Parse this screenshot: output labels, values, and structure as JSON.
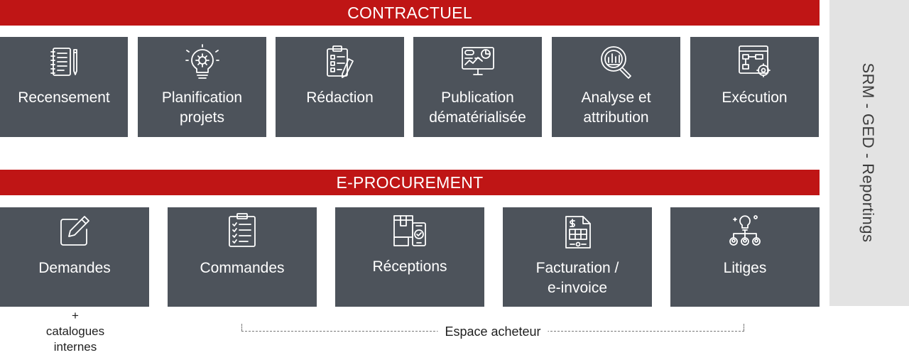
{
  "contractuel": {
    "title": "CONTRACTUEL",
    "steps": [
      {
        "label": "Recensement",
        "icon": "notebook-icon"
      },
      {
        "label": "Planification\nprojets",
        "icon": "lightbulb-gear-icon"
      },
      {
        "label": "Rédaction",
        "icon": "clipboard-pen-icon"
      },
      {
        "label": "Publication\ndématérialisée",
        "icon": "monitor-dashboard-icon"
      },
      {
        "label": "Analyse et\nattribution",
        "icon": "magnifier-chart-icon"
      },
      {
        "label": "Exécution",
        "icon": "workflow-gear-icon"
      }
    ]
  },
  "eprocurement": {
    "title": "E-PROCUREMENT",
    "steps": [
      {
        "label": "Demandes",
        "icon": "edit-icon"
      },
      {
        "label": "Commandes",
        "icon": "checklist-icon"
      },
      {
        "label": "Réceptions",
        "icon": "package-check-icon"
      },
      {
        "label": "Facturation /\ne-invoice",
        "icon": "invoice-icon"
      },
      {
        "label": "Litiges",
        "icon": "people-idea-icon"
      }
    ]
  },
  "side_label": "SRM - GED - Reportings",
  "demandes_note": "+\ncatalogues\ninternes",
  "buyer_space": "Espace acheteur",
  "colors": {
    "banner": "#bf1515",
    "box": "#4d535b",
    "side": "#e3e3e3"
  }
}
